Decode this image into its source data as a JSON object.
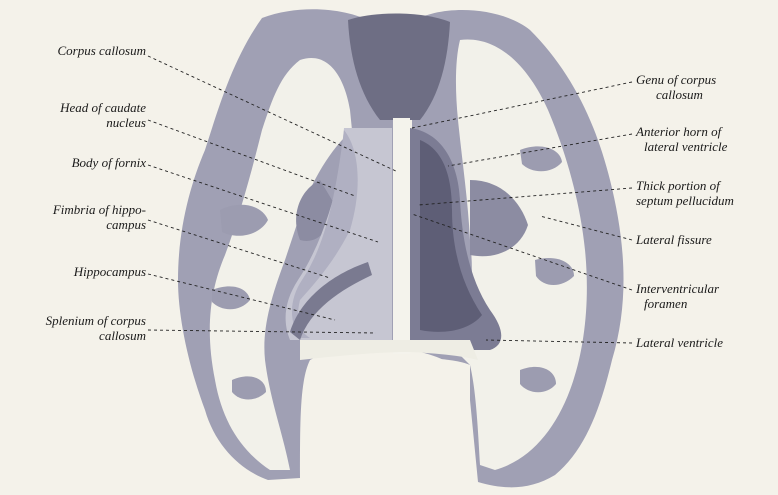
{
  "labels": {
    "corpus_callosum": [
      "Corpus callosum"
    ],
    "head_of_caudate_nucleus": [
      "Head of caudate",
      "nucleus"
    ],
    "body_of_fornix": [
      "Body of fornix"
    ],
    "fimbria_of_hippocampus": [
      "Fimbria of hippo-",
      "campus"
    ],
    "hippocampus": [
      "Hippocampus"
    ],
    "splenium_of_corpus_callosum": [
      "Splenium of corpus",
      "callosum"
    ],
    "genu_of_corpus_callosum": [
      "Genu of corpus",
      "callosum"
    ],
    "anterior_horn_of_lateral_ventricle": [
      "Anterior horn of",
      "lateral ventricle"
    ],
    "thick_portion_of_septum_pellucidum": [
      "Thick portion of",
      "septum pellucidum"
    ],
    "lateral_fissure": [
      "Lateral fissure"
    ],
    "interventricular_foramen": [
      "Interventricular",
      "foramen"
    ],
    "lateral_ventricle": [
      "Lateral ventricle"
    ]
  },
  "colors": {
    "background": "#f4f2ea",
    "white_matter": "#f2f1ea",
    "gray_matter": "#9c9cb0",
    "dark_gray_matter": "#6e6e84",
    "ventricle_shadow": "#55556a"
  }
}
